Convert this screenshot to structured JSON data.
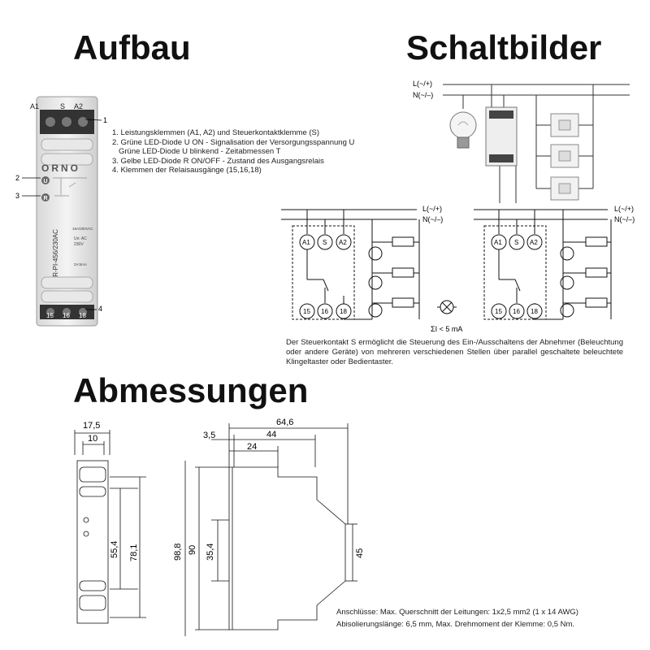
{
  "headings": {
    "aufbau": "Aufbau",
    "schaltbilder": "Schaltbilder",
    "abmessungen": "Abmessungen"
  },
  "device": {
    "brand": "ORNO",
    "model": "OR-PI-456/230AC",
    "top_terminals": [
      "A1",
      "S",
      "A2"
    ],
    "bottom_terminals": [
      "15",
      "16",
      "18"
    ],
    "led_u": "U",
    "led_r": "R",
    "rating": "16A/250VAC",
    "supply_label": "Un: AC",
    "supply_value": "230V",
    "small_label": "ΣI<5mA",
    "callouts": [
      "1",
      "2",
      "3",
      "4"
    ]
  },
  "legend": [
    "1. Leistungsklemmen (A1, A2) und Steuerkontaktklemme (S)",
    "2. Grüne LED-Diode U ON - Signalisation der Versorgungsspannung U",
    "Grüne LED-Diode U blinkend - Zeitabmessen T",
    "3. Gelbe LED-Diode R ON/OFF - Zustand des Ausgangsrelais",
    "4. Klemmen der Relaisausgänge (15,16,18)"
  ],
  "schematic": {
    "line_l": "L(~/+)",
    "line_n": "N(~/–)",
    "terminals_top": [
      "A1",
      "S",
      "A2"
    ],
    "terminals_bottom": [
      "15",
      "16",
      "18"
    ],
    "current_limit": "ΣI < 5 mA",
    "note": "Der Steuerkontakt S ermöglicht die Steuerung des Ein-/Ausschaltens der Abnehmer (Beleuchtung oder andere Geräte) von mehreren verschiedenen Stellen über parallel geschaltete beleuchtete Klingeltaster oder Bedientaster."
  },
  "dimensions": {
    "front_width": "17,5",
    "front_inner": "10",
    "front_h1": "55,4",
    "front_h2": "78,1",
    "side_total_depth": "64,6",
    "side_offset": "3,5",
    "side_d44": "44",
    "side_d24": "24",
    "side_h98": "98,8",
    "side_h90": "90",
    "side_h35": "35,4",
    "side_h45": "45"
  },
  "footer": {
    "line1": "Anschlüsse: Max. Querschnitt der Leitungen: 1x2,5 mm2 (1 x 14 AWG)",
    "line2": "Abisolierungslänge: 6,5 mm, Max. Drehmoment der Klemme: 0,5 Nm."
  }
}
